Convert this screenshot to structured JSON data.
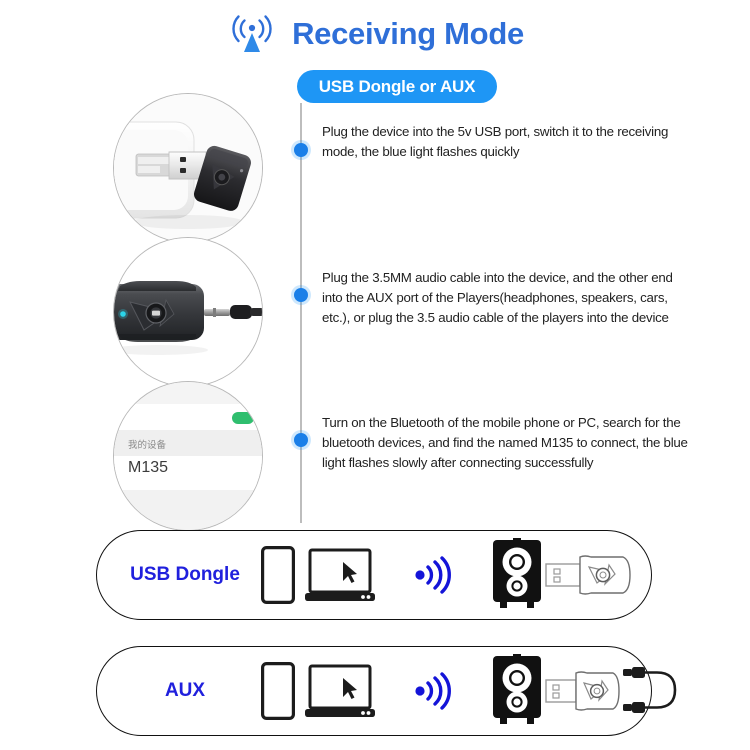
{
  "header": {
    "title": "Receiving Mode",
    "icon": "broadcast-tower-icon",
    "title_color": "#2f6fd8"
  },
  "badge": {
    "label": "USB Dongle or AUX",
    "background_color": "#1e96f5",
    "text_color": "#ffffff"
  },
  "steps": [
    {
      "index": "1",
      "text": "Plug the device into the 5v USB port, switch it to the receiving mode, the blue light flashes quickly",
      "photo": {
        "name": "dongle-in-usb-charger-photo",
        "alt": "Black bluetooth dongle plugged into a white USB wall charger"
      }
    },
    {
      "index": "2",
      "text": "Plug the 3.5MM audio cable into the device, and the other end into the AUX port of the Players(headphones, speakers, cars, etc.), or plug the 3.5 audio cable of the players into the device",
      "photo": {
        "name": "adapter-with-aux-cable-photo",
        "alt": "Black bluetooth adapter with a 3.5mm audio cable connected and blue LED lit"
      }
    },
    {
      "index": "3",
      "text": "Turn on the Bluetooth of the mobile phone or PC, search for the bluetooth devices, and find the named M135 to connect, the blue light flashes slowly after connecting successfully",
      "photo": {
        "name": "phone-bluetooth-list-photo",
        "alt": "Phone bluetooth settings list",
        "screen": {
          "section_label": "我的设备",
          "device_name": "M135",
          "toggle_color": "#2fbe6e"
        }
      }
    }
  ],
  "modes": [
    {
      "label": "USB Dongle",
      "label_color": "#2020dd",
      "devices": [
        "phone-icon",
        "laptop-icon"
      ],
      "signal": "bluetooth-wave-icon",
      "targets": [
        "speaker-icon",
        "usb-dongle-icon"
      ]
    },
    {
      "label": "AUX",
      "label_color": "#2020dd",
      "devices": [
        "phone-icon",
        "laptop-icon"
      ],
      "signal": "bluetooth-wave-icon",
      "targets": [
        "speaker-icon",
        "usb-dongle-icon",
        "aux-cable-icon"
      ]
    }
  ],
  "colors": {
    "timeline_line": "#bdbdbd",
    "timeline_dot": "#1a7fe8",
    "panel_border": "#111111",
    "body_text": "#222222"
  }
}
